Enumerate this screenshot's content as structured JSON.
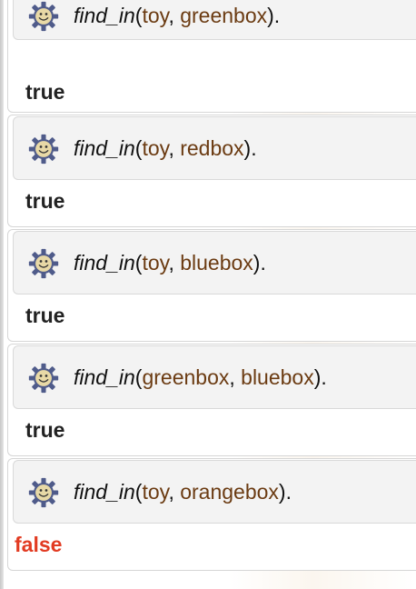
{
  "answers": [
    {
      "predicate": "find_in",
      "open": "(",
      "arg1": "toy",
      "sep": ", ",
      "arg2": "greenbox",
      "close": ").",
      "result": "true"
    },
    {
      "predicate": "find_in",
      "open": "(",
      "arg1": "toy",
      "sep": ", ",
      "arg2": "redbox",
      "close": ").",
      "result": "true"
    },
    {
      "predicate": "find_in",
      "open": "(",
      "arg1": "toy",
      "sep": ", ",
      "arg2": "bluebox",
      "close": ").",
      "result": "true"
    },
    {
      "predicate": "find_in",
      "open": "(",
      "arg1": "greenbox",
      "sep": ", ",
      "arg2": "bluebox",
      "close": ").",
      "result": "true"
    },
    {
      "predicate": "find_in",
      "open": "(",
      "arg1": "toy",
      "sep": ", ",
      "arg2": "orangebox",
      "close": ").",
      "result": "false"
    }
  ],
  "colors": {
    "atom": "#6b3b12",
    "true_text": "#222222",
    "false_text": "#e23b22",
    "icon_gear": "#4f5b8a",
    "icon_face": "#e8d9a6"
  },
  "icons": {
    "query": "smiling-gear-icon"
  }
}
